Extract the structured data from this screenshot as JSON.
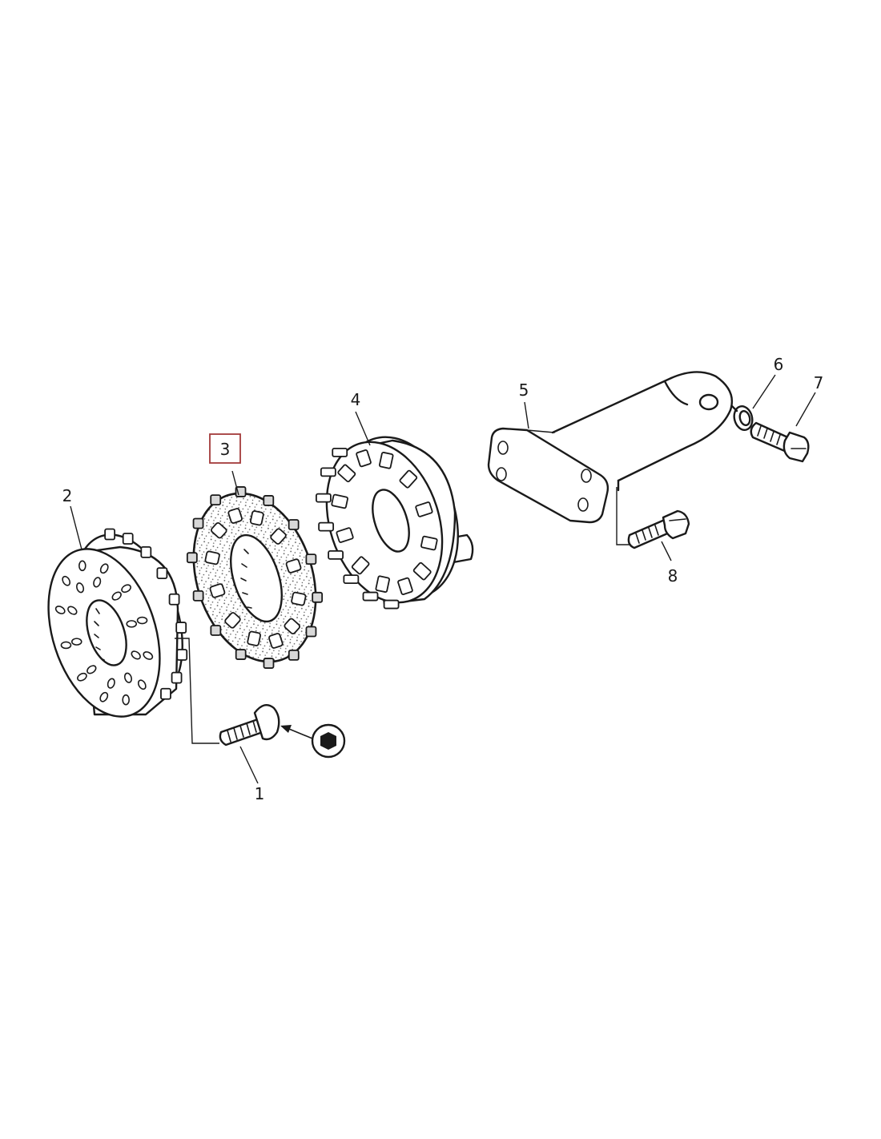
{
  "callouts": [
    {
      "id": "part-1",
      "label": "1"
    },
    {
      "id": "part-2",
      "label": "2"
    },
    {
      "id": "part-3",
      "label": "3",
      "highlighted": true
    },
    {
      "id": "part-4",
      "label": "4"
    },
    {
      "id": "part-5",
      "label": "5"
    },
    {
      "id": "part-6",
      "label": "6"
    },
    {
      "id": "part-7",
      "label": "7"
    },
    {
      "id": "part-8",
      "label": "8"
    }
  ],
  "colors": {
    "ink": "#1a1a1a",
    "highlight_box": "#a33a3a",
    "background": "#ffffff"
  }
}
